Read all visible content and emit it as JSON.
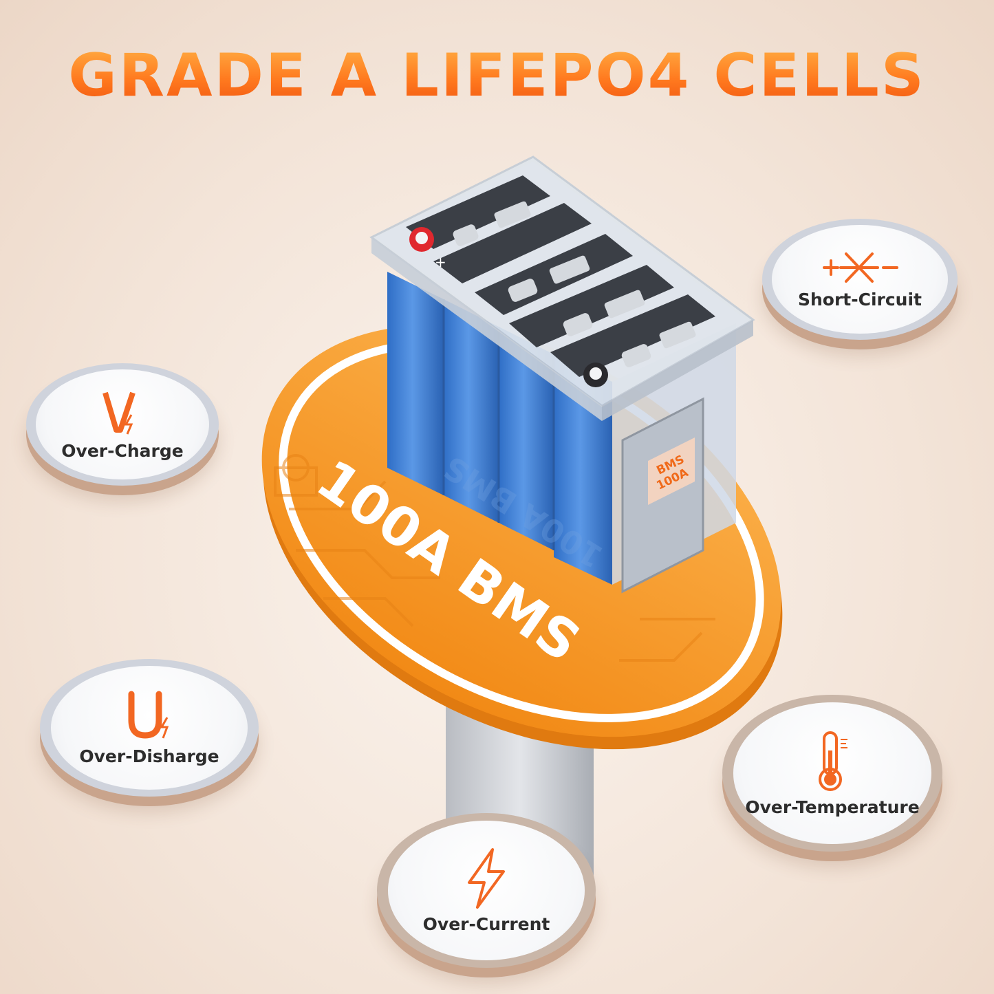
{
  "headline": "GRADE A LIFEPO4 CELLS",
  "platform": {
    "label": "100A BMS",
    "color": "#f7941d"
  },
  "battery": {
    "terminal_positive": "+",
    "bms_board_label_line1": "BMS",
    "bms_board_label_line2": "100A",
    "case_mirror_text": "100A BMS",
    "cell_color": "#3f7fd0"
  },
  "protections": [
    {
      "label": "Short-Circuit",
      "icon": "short-circuit-icon"
    },
    {
      "label": "Over-Charge",
      "icon": "over-charge-icon"
    },
    {
      "label": "Over-Disharge",
      "icon": "over-discharge-icon"
    },
    {
      "label": "Over-Current",
      "icon": "over-current-icon"
    },
    {
      "label": "Over-Temperature",
      "icon": "thermometer-icon"
    }
  ],
  "colors": {
    "accent": "#ff6a1a",
    "headline_top": "#ffb347",
    "headline_bottom": "#f0540f"
  }
}
